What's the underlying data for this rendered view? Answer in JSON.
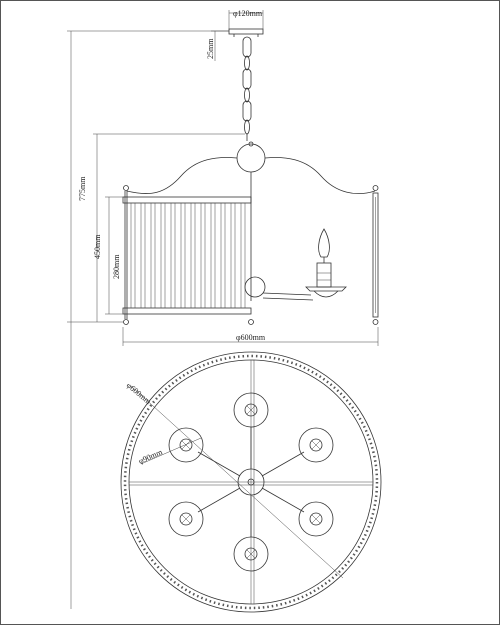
{
  "drawing": {
    "dimensions": {
      "canopy_diameter": "φ120mm",
      "canopy_height": "25mm",
      "overall_height": "775mm",
      "body_height": "450mm",
      "shade_height": "280mm",
      "body_diameter": "φ600mm",
      "plan_diameter": "φ600mm",
      "candle_ring_diameter": "φ90mm"
    },
    "line_color": "#333333",
    "background_color": "#ffffff"
  }
}
